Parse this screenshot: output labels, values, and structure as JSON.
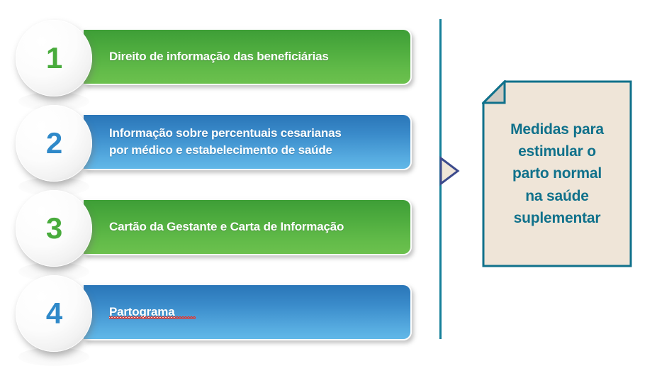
{
  "diagram": {
    "title": "Medidas para estimular o parto normal na saúde suplementar",
    "colors": {
      "green": "#4fad3f",
      "blue": "#3b8ccb",
      "teal_line": "#147f99",
      "doc_fill": "#efe5d8",
      "doc_border": "#10718b",
      "doc_text": "#10718b",
      "arrow_outline": "#3c4a8c",
      "spellcheck_underline": "#ef3124"
    }
  },
  "steps": [
    {
      "number": "1",
      "label": "Direito de informação das beneficiárias",
      "color": "green",
      "underlined": false
    },
    {
      "number": "2",
      "label": "Informação sobre percentuais cesarianas\npor médico e estabelecimento de saúde",
      "color": "blue",
      "underlined": false
    },
    {
      "number": "3",
      "label": "Cartão da Gestante e Carta de Informação",
      "color": "green",
      "underlined": false
    },
    {
      "number": "4",
      "label": "Partograma",
      "color": "blue",
      "underlined": true
    }
  ],
  "callout": {
    "text": "Medidas para\nestimular o\nparto normal\nna saúde\nsuplementar",
    "shape": "document-folded-corner"
  },
  "connector": {
    "arrow": "triangle-right-arrow",
    "line": "vertical-divider-line"
  }
}
